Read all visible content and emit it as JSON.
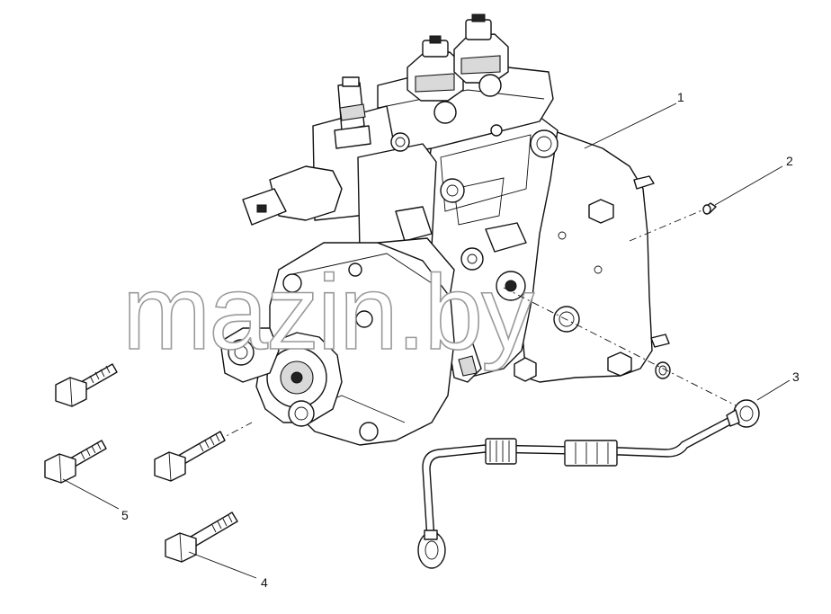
{
  "watermark": "mazin.by",
  "callouts": [
    {
      "id": "1",
      "label": "1"
    },
    {
      "id": "2",
      "label": "2"
    },
    {
      "id": "3",
      "label": "3"
    },
    {
      "id": "4",
      "label": "4"
    },
    {
      "id": "5",
      "label": "5"
    }
  ]
}
